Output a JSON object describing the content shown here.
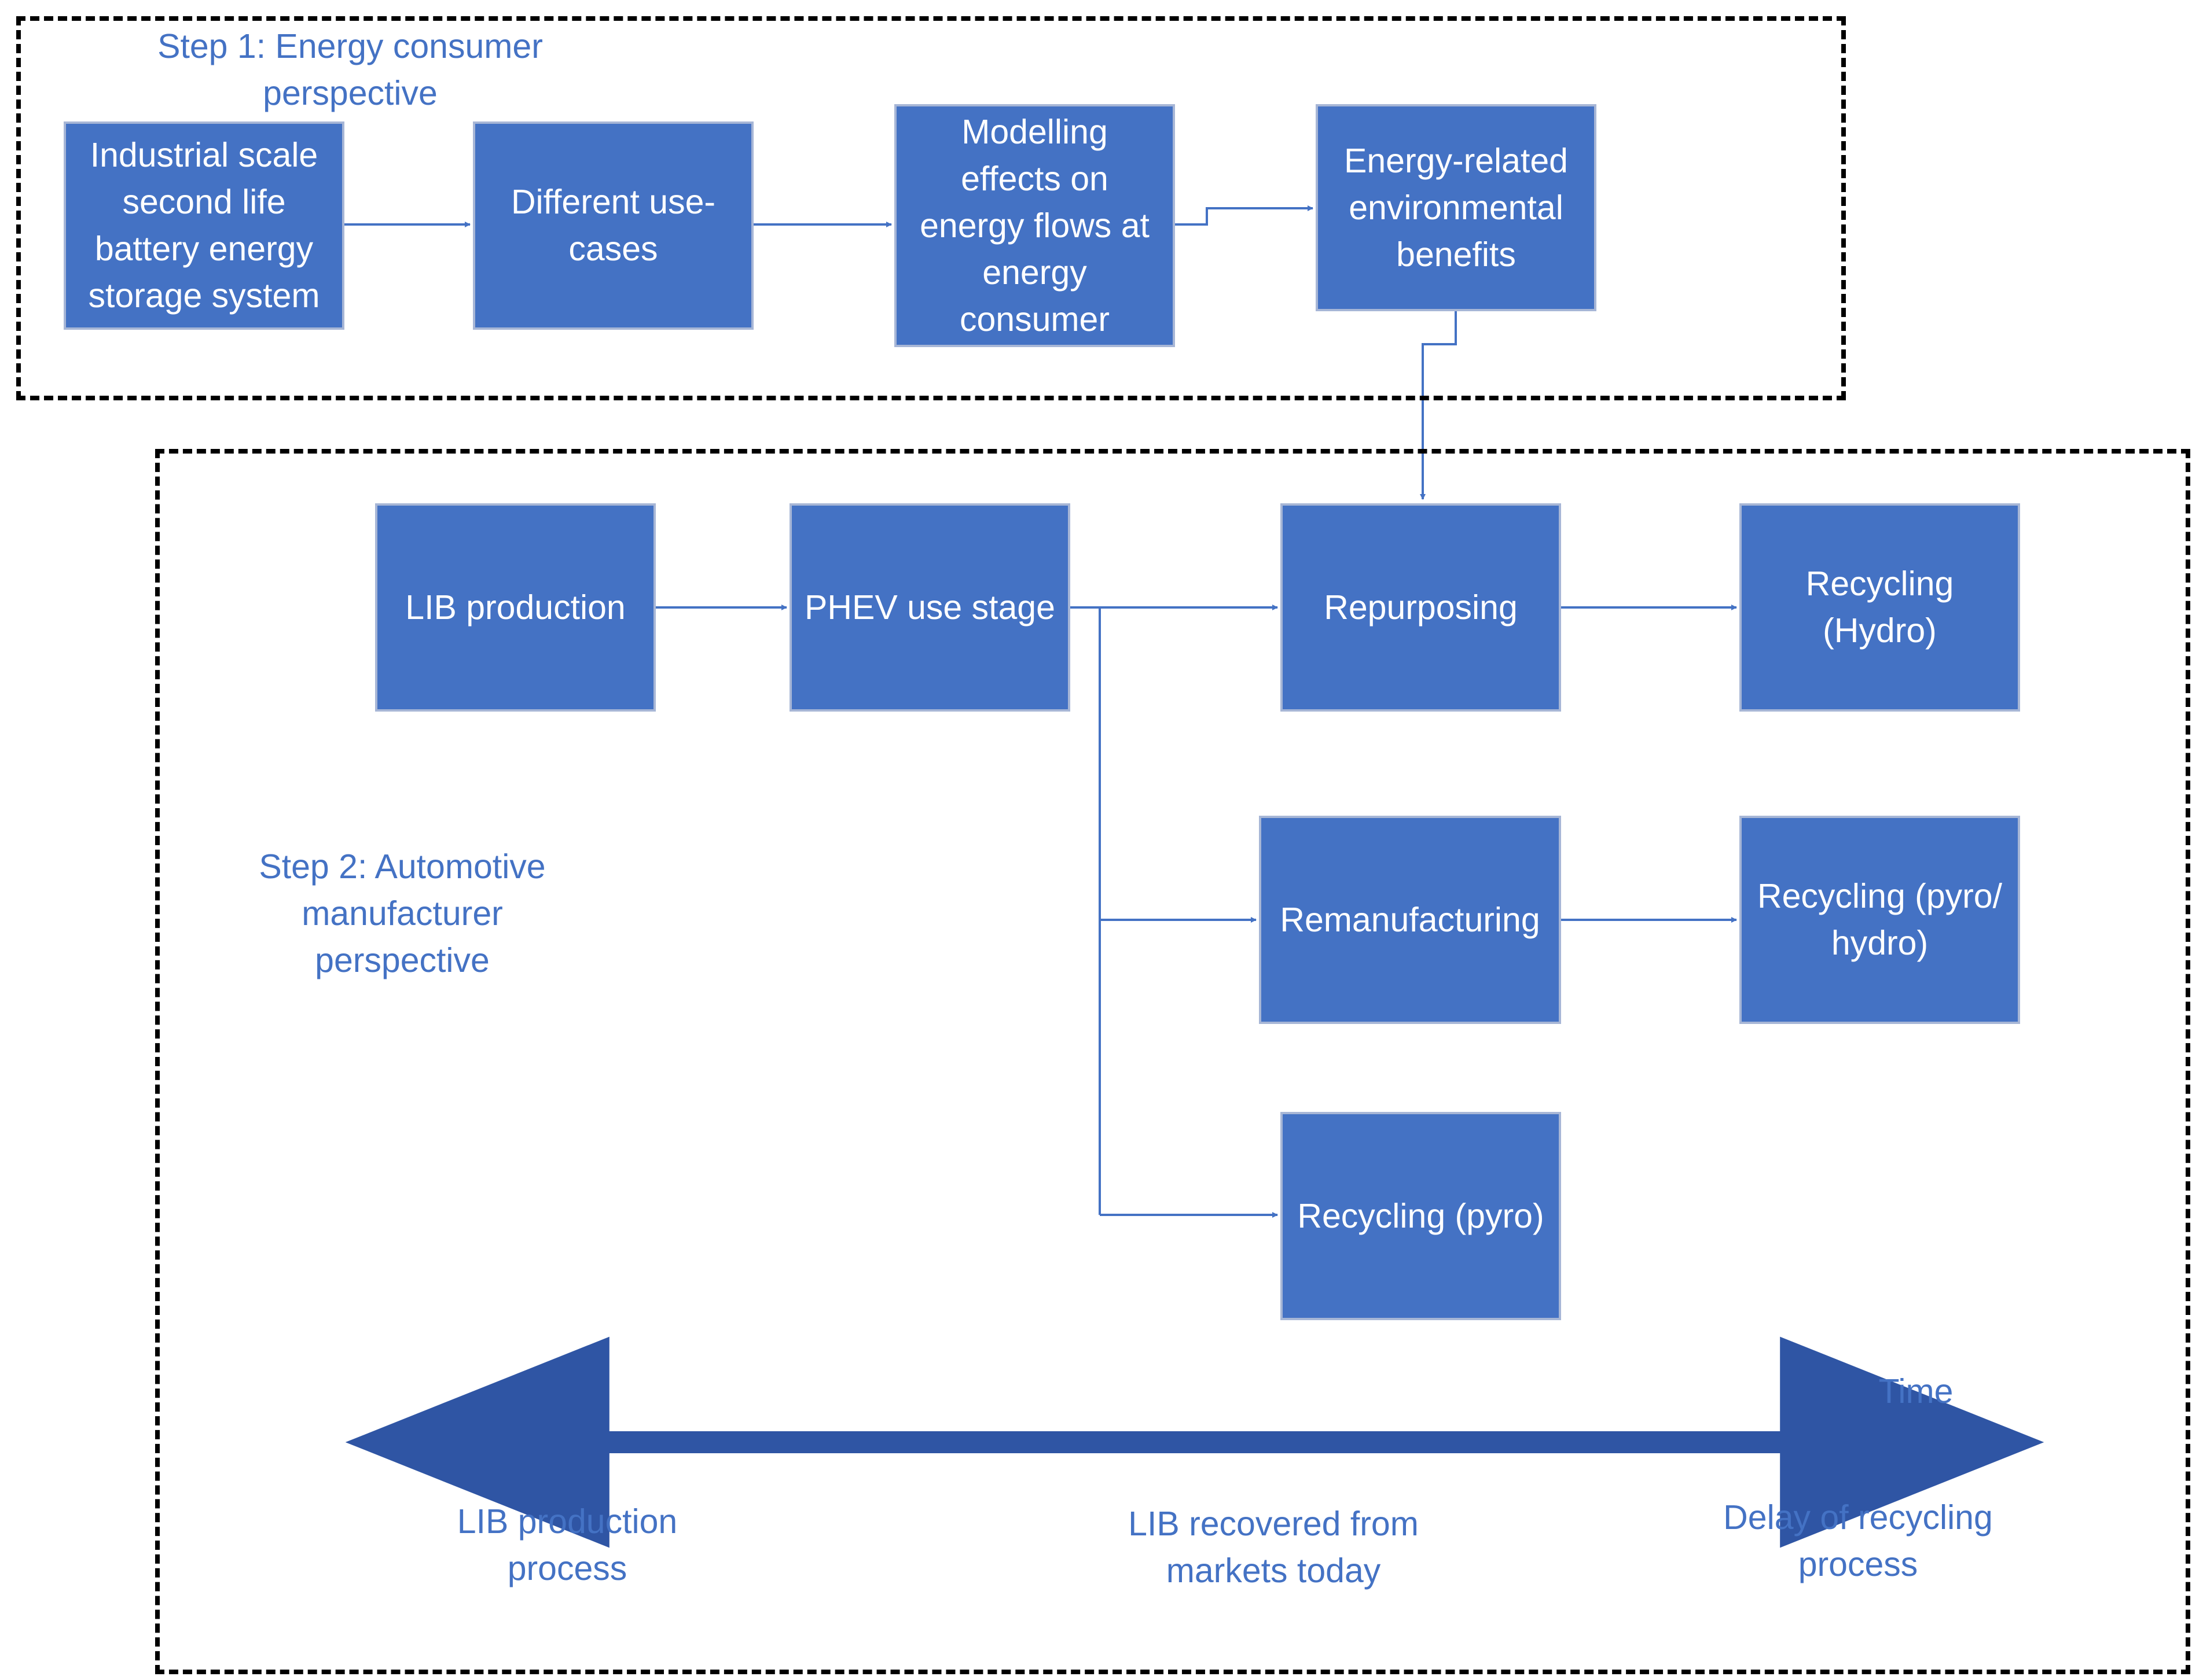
{
  "colors": {
    "box_fill": "#4472c4",
    "box_border": "#a7b6d6",
    "text_blue": "#4472c4",
    "timeline": "#2f55a4",
    "frame": "#000000"
  },
  "step1": {
    "title": "Step 1: Energy consumer\nperspective",
    "boxes": {
      "bess": "Industrial scale\nsecond life\nbattery energy\nstorage system",
      "use_cases": "Different use-\ncases",
      "modelling": "Modelling\neffects on\nenergy flows at\nenergy\nconsumer",
      "benefits": "Energy-related\nenvironmental\nbenefits"
    }
  },
  "step2": {
    "title": "Step 2: Automotive\nmanufacturer\nperspective",
    "boxes": {
      "lib_production": "LIB production",
      "phev": "PHEV use stage",
      "repurposing": "Repurposing",
      "recycling_hydro": "Recycling\n(Hydro)",
      "remanufacturing": "Remanufacturing",
      "recycling_pyro_hydro": "Recycling (pyro/\nhydro)",
      "recycling_pyro": "Recycling (pyro)"
    }
  },
  "timeline": {
    "label": "Time",
    "left": "LIB production\nprocess",
    "middle": "LIB recovered from\nmarkets today",
    "right": "Delay of recycling\nprocess"
  }
}
